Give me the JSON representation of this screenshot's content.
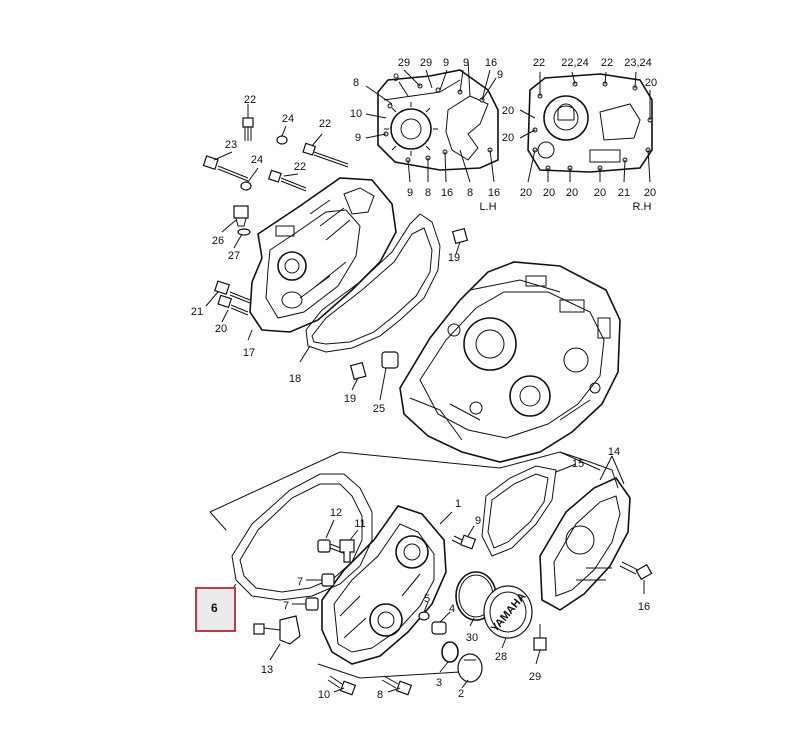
{
  "diagram": {
    "panel_labels": {
      "left_side": "L.H",
      "right_side": "R.H"
    },
    "selected_callout": "6",
    "callouts": [
      {
        "id": "c-22a",
        "text": "22"
      },
      {
        "id": "c-24a",
        "text": "24"
      },
      {
        "id": "c-22b",
        "text": "22"
      },
      {
        "id": "c-23",
        "text": "23"
      },
      {
        "id": "c-24b",
        "text": "24"
      },
      {
        "id": "c-22c",
        "text": "22"
      },
      {
        "id": "c-26",
        "text": "26"
      },
      {
        "id": "c-27",
        "text": "27"
      },
      {
        "id": "c-19a",
        "text": "19"
      },
      {
        "id": "c-21a",
        "text": "21"
      },
      {
        "id": "c-20a",
        "text": "20"
      },
      {
        "id": "c-17",
        "text": "17"
      },
      {
        "id": "c-18",
        "text": "18"
      },
      {
        "id": "c-19b",
        "text": "19"
      },
      {
        "id": "c-25",
        "text": "25"
      },
      {
        "id": "lh-29a",
        "text": "29"
      },
      {
        "id": "lh-29b",
        "text": "29"
      },
      {
        "id": "lh-9a",
        "text": "9"
      },
      {
        "id": "lh-9b",
        "text": "9"
      },
      {
        "id": "lh-16a",
        "text": "16"
      },
      {
        "id": "lh-8a",
        "text": "8"
      },
      {
        "id": "lh-9c",
        "text": "9"
      },
      {
        "id": "lh-9d",
        "text": "9"
      },
      {
        "id": "lh-10",
        "text": "10"
      },
      {
        "id": "lh-9e",
        "text": "9"
      },
      {
        "id": "lh-9f",
        "text": "9"
      },
      {
        "id": "lh-8b",
        "text": "8"
      },
      {
        "id": "lh-16b",
        "text": "16"
      },
      {
        "id": "lh-8c",
        "text": "8"
      },
      {
        "id": "lh-16c",
        "text": "16"
      },
      {
        "id": "rh-22a",
        "text": "22"
      },
      {
        "id": "rh-2224",
        "text": "22,24"
      },
      {
        "id": "rh-22b",
        "text": "22"
      },
      {
        "id": "rh-2324",
        "text": "23,24"
      },
      {
        "id": "rh-20a",
        "text": "20"
      },
      {
        "id": "rh-20b",
        "text": "20"
      },
      {
        "id": "rh-20c",
        "text": "20"
      },
      {
        "id": "rh-20d",
        "text": "20"
      },
      {
        "id": "rh-20e",
        "text": "20"
      },
      {
        "id": "rh-20f",
        "text": "20"
      },
      {
        "id": "rh-20g",
        "text": "20"
      },
      {
        "id": "rh-21",
        "text": "21"
      },
      {
        "id": "rh-20h",
        "text": "20"
      },
      {
        "id": "b-1",
        "text": "1"
      },
      {
        "id": "b-9",
        "text": "9"
      },
      {
        "id": "b-12",
        "text": "12"
      },
      {
        "id": "b-11",
        "text": "11"
      },
      {
        "id": "b-15",
        "text": "15"
      },
      {
        "id": "b-14",
        "text": "14"
      },
      {
        "id": "b-7a",
        "text": "7"
      },
      {
        "id": "b-7b",
        "text": "7"
      },
      {
        "id": "b-5",
        "text": "5"
      },
      {
        "id": "b-4",
        "text": "4"
      },
      {
        "id": "b-30",
        "text": "30"
      },
      {
        "id": "b-28",
        "text": "28"
      },
      {
        "id": "b-16",
        "text": "16"
      },
      {
        "id": "b-13",
        "text": "13"
      },
      {
        "id": "b-3",
        "text": "3"
      },
      {
        "id": "b-2",
        "text": "2"
      },
      {
        "id": "b-29",
        "text": "29"
      },
      {
        "id": "b-10",
        "text": "10"
      },
      {
        "id": "b-8",
        "text": "8"
      }
    ],
    "brand_mark": "YAMAHA"
  }
}
